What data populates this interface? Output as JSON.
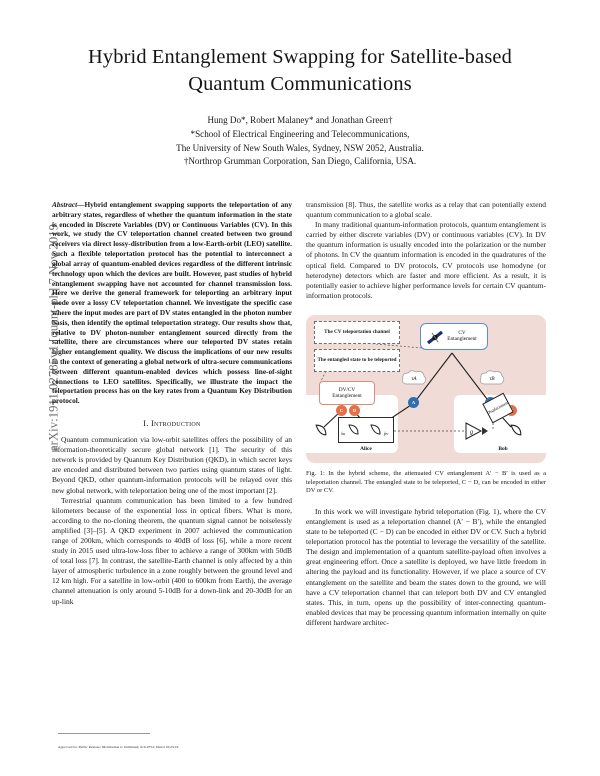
{
  "arxiv": {
    "stamp": "arXiv:1911.02785v1  [quant-ph]  7 Nov 2019"
  },
  "paper": {
    "title": "Hybrid Entanglement Swapping for Satellite-based Quantum Communications",
    "title_line1": "Hybrid Entanglement Swapping for Satellite-based",
    "title_line2": "Quantum Communications",
    "authors": {
      "names": "Hung Do*, Robert Malaney* and Jonathan Green†",
      "affil1": "*School of Electrical Engineering and Telecommunications,",
      "affil2": "The University of New South Wales, Sydney, NSW 2052, Australia.",
      "affil3": "†Northrop Grumman Corporation, San Diego, California, USA."
    },
    "abstract_lead": "Abstract",
    "abstract": "—Hybrid entanglement swapping supports the teleportation of any arbitrary states, regardless of whether the quantum information in the state is encoded in Discrete Variables (DV) or Continuous Variables (CV). In this work, we study the CV teleportation channel created between two ground receivers via direct lossy-distribution from a low-Earth-orbit (LEO) satellite. Such a flexible teleportation protocol has the potential to interconnect a global array of quantum-enabled devices regardless of the different intrinsic technology upon which the devices are built. However, past studies of hybrid entanglement swapping have not accounted for channel transmission loss. Here we derive the general framework for teleporting an arbitrary input mode over a lossy CV teleportation channel. We investigate the specific case where the input modes are part of DV states entangled in the photon number basis, then identify the optimal teleportation strategy. Our results show that, relative to DV photon-number entanglement sourced directly from the satellite, there are circumstances where our teleported DV states retain higher entanglement quality. We discuss the implications of our new results in the context of generating a global network of ultra-secure communications between different quantum-enabled devices which possess line-of-sight connections to LEO satellites. Specifically, we illustrate the impact the teleportation process has on the key rates from a Quantum Key Distribution protocol.",
    "sections": [
      {
        "number": "I.",
        "title": "Introduction"
      }
    ],
    "body": {
      "left_p1": "Quantum communication via low-orbit satellites offers the possibility of an information-theoretically secure global network [1]. The security of this network is provided by Quantum Key Distribution (QKD), in which secret keys are encoded and distributed between two parties using quantum states of light. Beyond QKD, other quantum-information protocols will be relayed over this new global network, with teleportation being one of the most important [2].",
      "left_p2": "Terrestrial quantum communication has been limited to a few hundred kilometers because of the exponential loss in optical fibers. What is more, according to the no-cloning theorem, the quantum signal cannot be noiselessly amplified [3]–[5]. A QKD experiment in 2007 achieved the communication range of 200km, which corresponds to 40dB of loss [6], while a more recent study in 2015 used ultra-low-loss fiber to achieve a range of 300km with 50dB of total loss [7]. In contrast, the satellite-Earth channel is only affected by a thin layer of atmospheric turbulence in a zone roughly between the ground level and 12 km high. For a satellite in low-orbit (400 to 600km from Earth), the average channel attenuation is only around 5-10dB for a down-link and 20-30dB for an up-link",
      "right_p1": "transmission [8]. Thus, the satellite works as a relay that can potentially extend quantum communication to a global scale.",
      "right_p2": "In many traditional quantum-information protocols, quantum entanglement is carried by either discrete variables (DV) or continuous variables (CV). In DV the quantum information is usually encoded into the polarization or the number of photons. In CV the quantum information is encoded in the quadratures of the optical field. Compared to DV protocols, CV protocols use homodyne (or heterodyne) detectors which are faster and more efficient. As a result, it is potentially easier to achieve higher performance levels for certain CV quantum-information protocols.",
      "right_p3": "In this work we will investigate hybrid teleportation (Fig. 1), where the CV entanglement is used as a teleportation channel (A′ − B′), while the entangled state to be teleported (C − D) can be encoded in either DV or CV. Such a hybrid teleportation protocol has the potential to leverage the versatility of the satellite. The design and implementation of a quantum satellite-payload often involves a great engineering effort. Once a satellite is deployed, we have little freedom in altering the payload and its functionality. However, if we place a source of CV entanglement on the satellite and beam the states down to the ground, we will have a CV teleportation channel that can teleport both DV and CV entangled states. This, in turn, opens up the possibility of inter-connecting quantum-enabled devices that may be processing quantum information internally on quite different hardware architec-"
    },
    "figure": {
      "caption_label": "Fig. 1:",
      "caption_text": "In the hybrid scheme, the attenuated CV entanglement A′ − B′ is used as a teleportation channel. The entangled state to be teleported, C − D, can be encoded in either DV or CV.",
      "background_color": "#f0dbd6",
      "annotations": {
        "cv_channel_note": "The CV teleportation channel",
        "entangled_state_note": "The entangled state to be teleported",
        "satellite_label_line1": "CV",
        "satellite_label_line2": "Entanglement",
        "dvcv_label_line1": "DV/CV",
        "dvcv_label_line2": "Entanglement",
        "alice_label": "Alice",
        "bob_label": "Bob",
        "displacement_label": "Displacement",
        "channel_a": "τA",
        "channel_b": "τB",
        "mode_a": "A",
        "mode_b": "B",
        "mode_c": "C",
        "mode_d": "D",
        "mode_f": "F",
        "quad_x": "x̂u",
        "quad_p": "p̂v",
        "gain": "g"
      }
    },
    "footnote": "Approved for Public Release; Distribution is Unlimited; #19-0752; Dated 10/23/19."
  }
}
